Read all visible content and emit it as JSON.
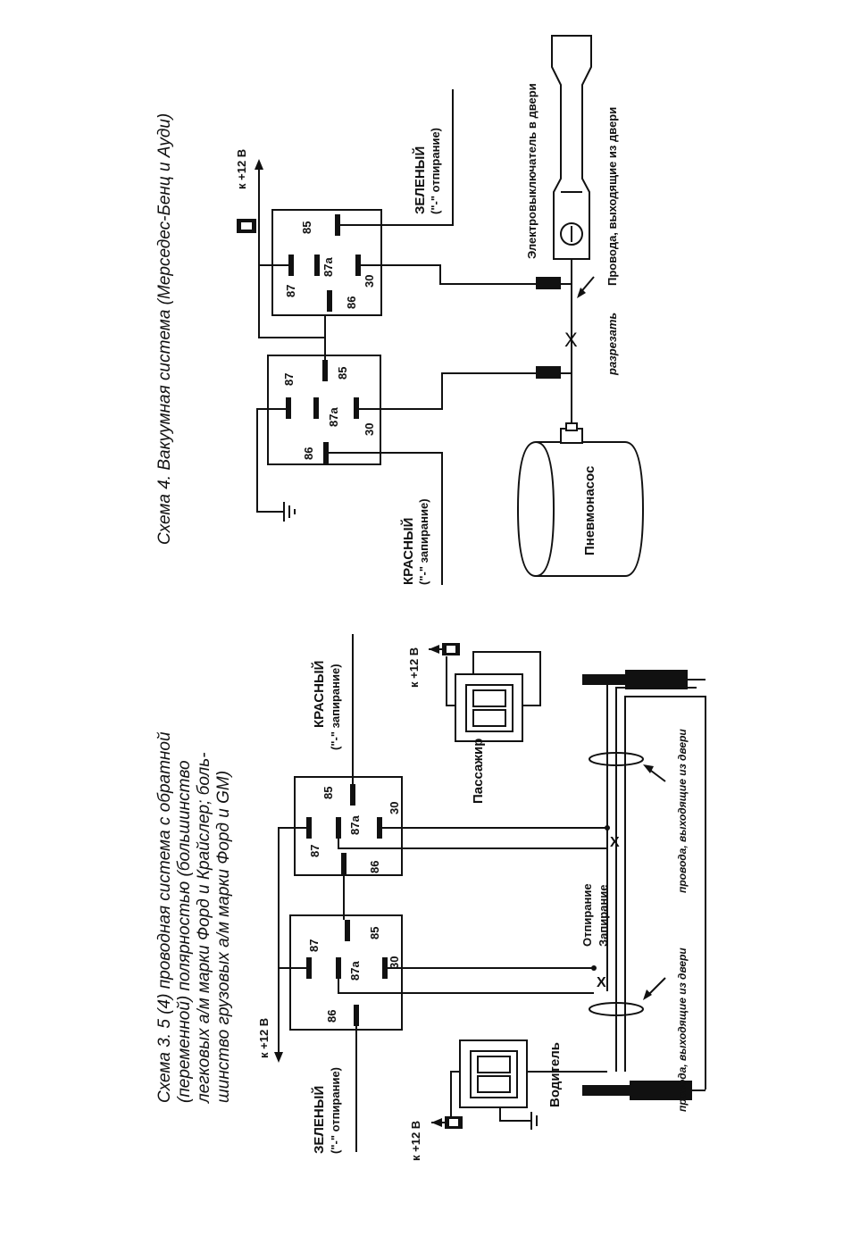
{
  "diagram_left": {
    "title_lines": [
      "Схема 3. 5 (4) проводная система с обратной",
      "(переменной) полярностью (большинство",
      "легковых а/м марки Форд и Крайслер; боль-",
      "шинство грузовых а/м марки Форд и GM)"
    ],
    "green_label": "ЗЕЛЕНЫЙ",
    "green_sub": "(\"-\" отпирание)",
    "red_label": "КРАСНЫЙ",
    "red_sub": "(\"-\" запирание)",
    "plus12": "к +12 В",
    "driver": "Водитель",
    "passenger": "Пассажир",
    "unlock": "Отпирание",
    "lock": "Запирание",
    "door_wires": "провода, выходящие из двери",
    "cross": "X",
    "relay_pins": {
      "p87": "87",
      "p87a": "87a",
      "p85": "85",
      "p86": "86",
      "p30": "30"
    }
  },
  "diagram_right": {
    "title": "Схема 4. Вакуумная система (Мерседес-Бенц и Ауди)",
    "green_label": "ЗЕЛЕНЫЙ",
    "green_sub": "(\"-\" отпирание)",
    "red_label": "КРАСНЫЙ",
    "red_sub": "(\"-\" запирание)",
    "plus12": "к +12 В",
    "pump": "Пневмонасос",
    "switch": "Электровыключатель в двери",
    "door_wires": "Провода, выходящие из двери",
    "cut": "разрезать",
    "cross": "X",
    "relay_pins": {
      "p87": "87",
      "p87a": "87a",
      "p85": "85",
      "p86": "86",
      "p30": "30"
    }
  }
}
